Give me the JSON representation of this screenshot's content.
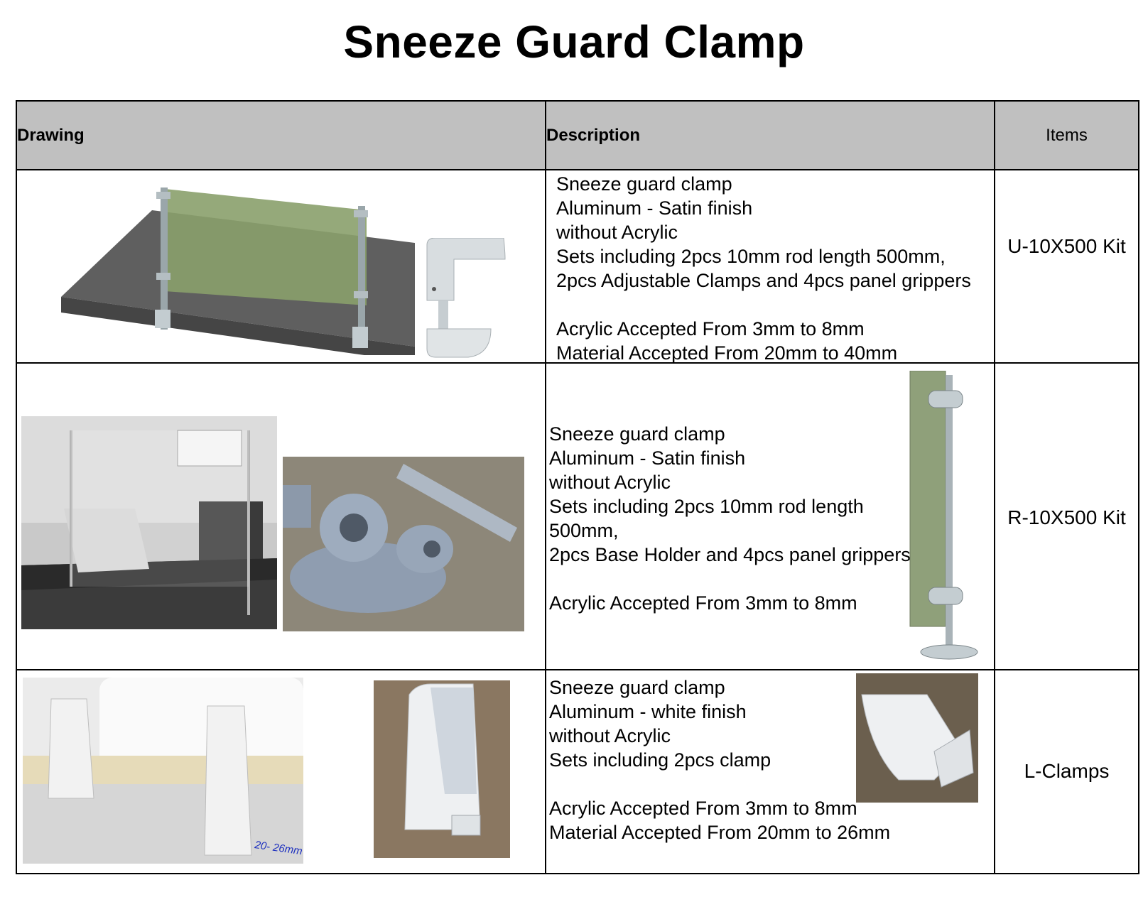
{
  "title": "Sneeze Guard Clamp",
  "columns": {
    "drawing": "Drawing",
    "description": "Description",
    "items": "Items"
  },
  "rows": [
    {
      "description": "Sneeze guard clamp\nAluminum - Satin finish\nwithout Acrylic\nSets including 2pcs 10mm rod  length 500mm,\n2pcs Adjustable Clamps and 4pcs panel grippers\n\nAcrylic Accepted From 3mm to 8mm\nMaterial Accepted From 20mm to 40mm",
      "item": "U-10X500 Kit"
    },
    {
      "description": "Sneeze guard clamp\nAluminum - Satin finish\nwithout Acrylic\nSets including 2pcs 10mm rod  length\n500mm,\n2pcs Base Holder and 4pcs panel grippers\n\nAcrylic Accepted From 3mm to 8mm",
      "item": "R-10X500 Kit"
    },
    {
      "description": "Sneeze guard clamp\nAluminum - white finish\nwithout Acrylic\nSets including 2pcs clamp\n\nAcrylic Accepted From 3mm to 8mm\nMaterial Accepted From 20mm to 26mm",
      "item": "L-Clamps",
      "dimension_label": "20- 26mm"
    }
  ]
}
